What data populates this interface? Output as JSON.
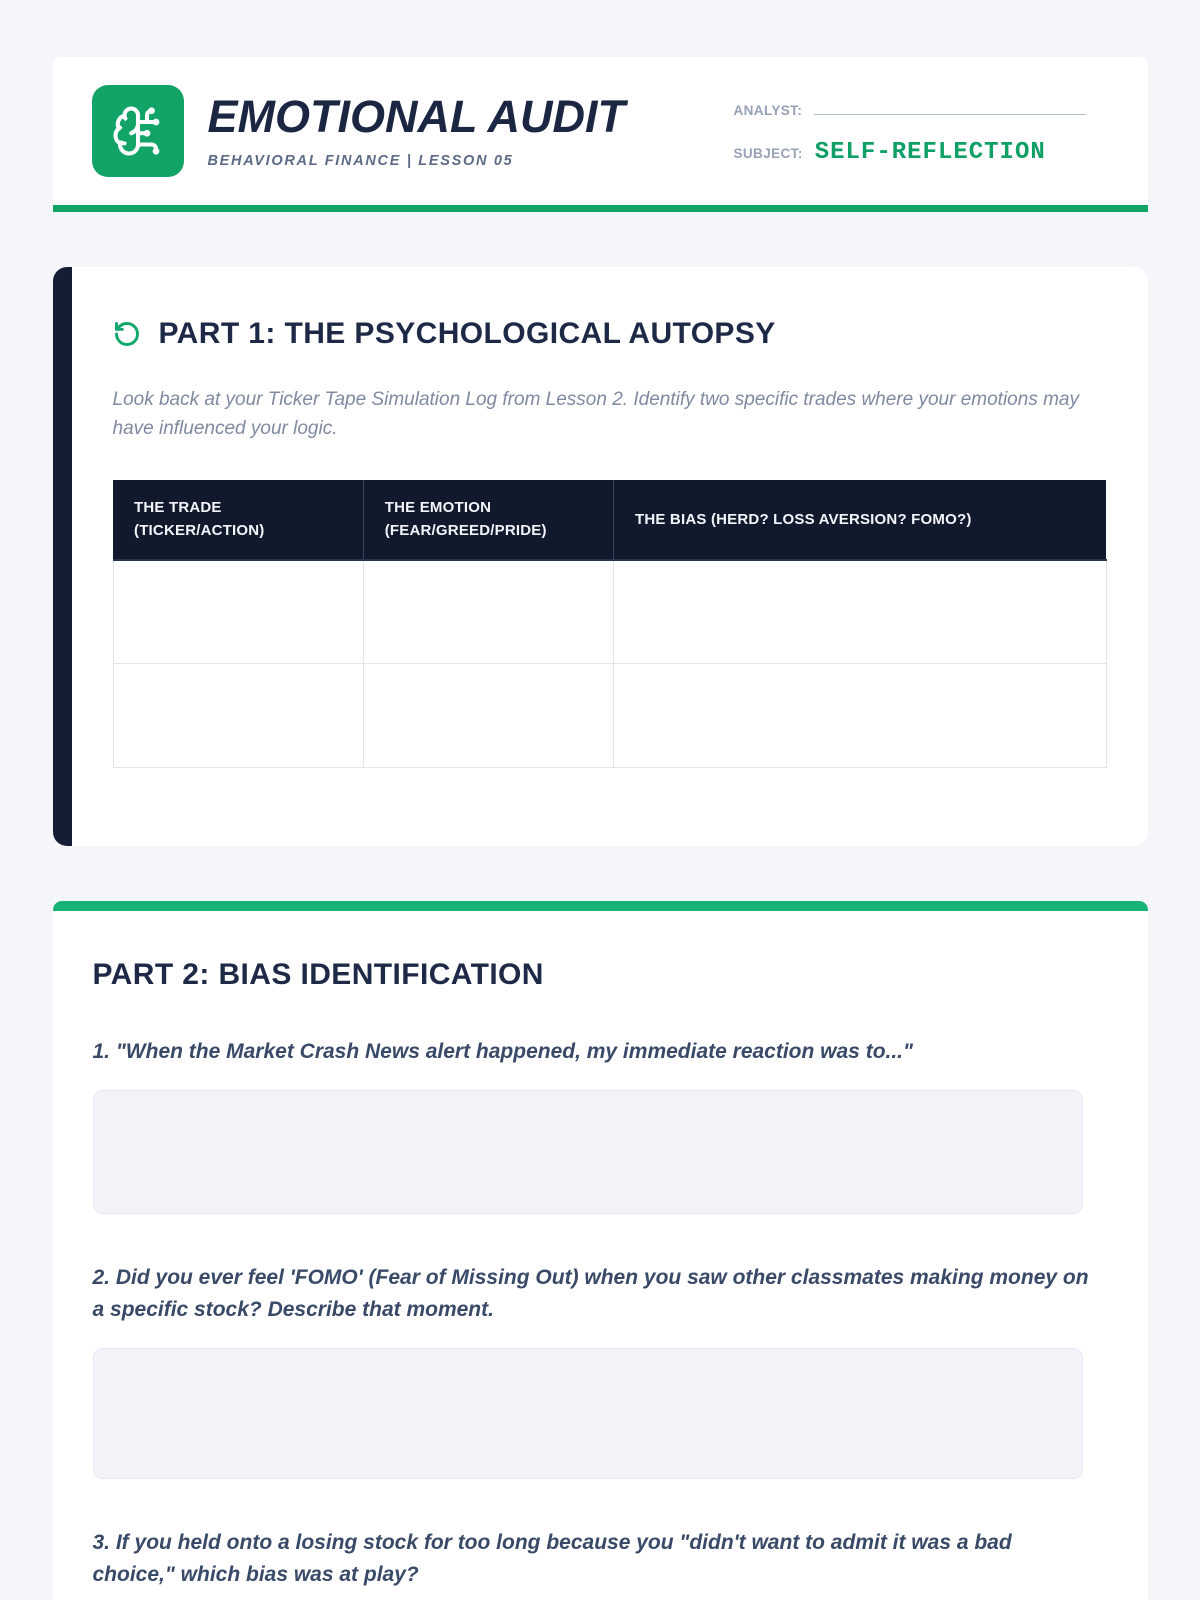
{
  "colors": {
    "accent_green": "#12a467",
    "accent_green_bright": "#17b373",
    "navy": "#141d33",
    "table_header_bg": "#111a2d",
    "subject_green": "#0fa066"
  },
  "header": {
    "title": "EMOTIONAL AUDIT",
    "subtitle": "BEHAVIORAL FINANCE | LESSON 05",
    "analyst_label": "ANALYST:",
    "analyst_value": "",
    "subject_label": "SUBJECT:",
    "subject_value": "SELF-REFLECTION",
    "logo_icon": "brain-circuit-icon"
  },
  "part1": {
    "heading": "PART 1: THE PSYCHOLOGICAL AUTOPSY",
    "heading_icon": "rotate-ccw-icon",
    "instruction": "Look back at your Ticker Tape Simulation Log from Lesson 2. Identify two specific trades where your emotions may have influenced your logic.",
    "table": {
      "columns": [
        {
          "line1": "THE TRADE",
          "line2": "(TICKER/ACTION)"
        },
        {
          "line1": "THE EMOTION",
          "line2": "(FEAR/GREED/PRIDE)"
        },
        {
          "line1": "THE BIAS (HERD? LOSS AVERSION? FOMO?)",
          "line2": ""
        }
      ],
      "rows": [
        {
          "trade": "",
          "emotion": "",
          "bias": ""
        },
        {
          "trade": "",
          "emotion": "",
          "bias": ""
        }
      ]
    }
  },
  "part2": {
    "heading": "PART 2: BIAS IDENTIFICATION",
    "questions": [
      {
        "label": "1. \"When the Market Crash News alert happened, my immediate reaction was to...\"",
        "answer": ""
      },
      {
        "label": "2. Did you ever feel 'FOMO' (Fear of Missing Out) when you saw other classmates making money on a specific stock? Describe that moment.",
        "answer": ""
      },
      {
        "label": "3. If you held onto a losing stock for too long because you \"didn't want to admit it was a bad choice,\" which bias was at play?",
        "answer": ""
      }
    ]
  }
}
